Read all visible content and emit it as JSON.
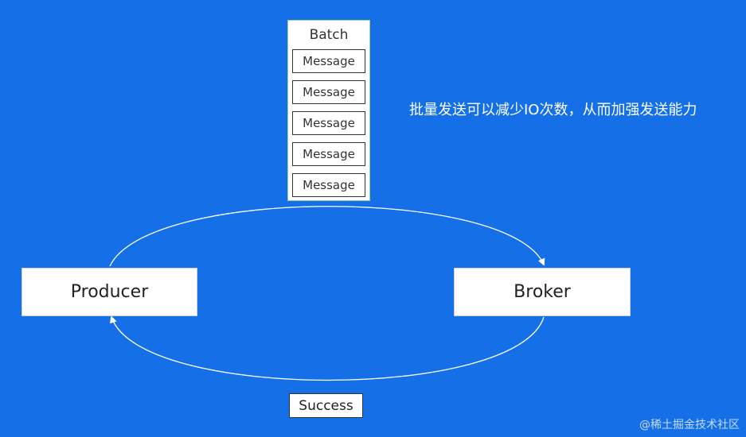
{
  "batch": {
    "title": "Batch",
    "messages": [
      "Message",
      "Message",
      "Message",
      "Message",
      "Message"
    ]
  },
  "producer": {
    "label": "Producer"
  },
  "broker": {
    "label": "Broker"
  },
  "success": {
    "label": "Success"
  },
  "note": "批量发送可以减少IO次数，从而加强发送能力",
  "credit": "@稀土掘金技术社区"
}
